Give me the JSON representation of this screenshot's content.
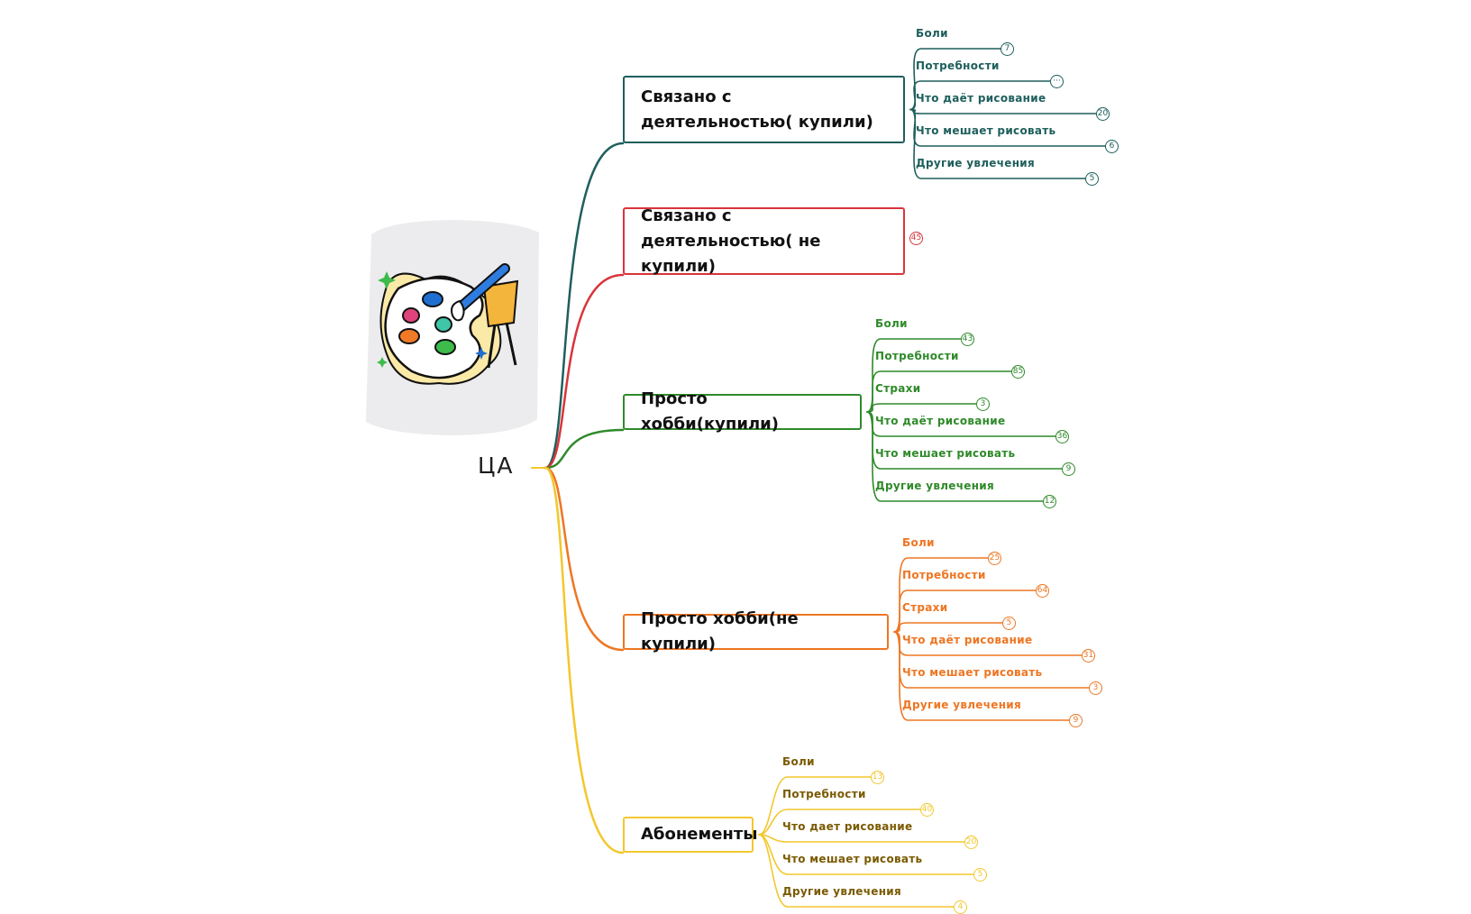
{
  "root": {
    "label": "ЦА"
  },
  "colors": {
    "teal": "#1e5f5c",
    "red": "#d9343b",
    "green": "#2f8a2a",
    "orange": "#ee7622",
    "yellow": "#f3c72d",
    "yellow_text": "#7a5a00",
    "illustration_bg": "#ececee"
  },
  "illustration": {
    "icon": "paint-palette-with-brush-icon"
  },
  "branches": [
    {
      "label": "Связано с деятельностью( купили)",
      "color": "teal",
      "badge": "",
      "children": [
        {
          "label": "Боли",
          "badge": "7"
        },
        {
          "label": "Потребности",
          "badge": "···"
        },
        {
          "label": "Что даёт рисование",
          "badge": "20"
        },
        {
          "label": "Что мешает рисовать",
          "badge": "6"
        },
        {
          "label": "Другие увлечения",
          "badge": "5"
        }
      ]
    },
    {
      "label": "Связано с деятельностью( не купили)",
      "color": "red",
      "badge": "45",
      "children": []
    },
    {
      "label": "Просто хобби(купили)",
      "color": "green",
      "badge": "",
      "children": [
        {
          "label": "Боли",
          "badge": "43"
        },
        {
          "label": "Потребности",
          "badge": "85"
        },
        {
          "label": "Страхи",
          "badge": "3"
        },
        {
          "label": "Что даёт рисование",
          "badge": "36"
        },
        {
          "label": "Что мешает рисовать",
          "badge": "9"
        },
        {
          "label": "Другие увлечения",
          "badge": "12"
        }
      ]
    },
    {
      "label": "Просто хобби(не купили)",
      "color": "orange",
      "badge": "",
      "children": [
        {
          "label": "Боли",
          "badge": "25"
        },
        {
          "label": "Потребности",
          "badge": "64"
        },
        {
          "label": "Страхи",
          "badge": "5"
        },
        {
          "label": "Что даёт рисование",
          "badge": "31"
        },
        {
          "label": "Что мешает рисовать",
          "badge": "3"
        },
        {
          "label": "Другие увлечения",
          "badge": "9"
        }
      ]
    },
    {
      "label": "Абонементы",
      "color": "yellow",
      "badge": "",
      "children": [
        {
          "label": "Боли",
          "badge": "13"
        },
        {
          "label": "Потребности",
          "badge": "40"
        },
        {
          "label": "Что дает рисование",
          "badge": "20"
        },
        {
          "label": "Что мешает рисовать",
          "badge": "5"
        },
        {
          "label": "Другие увлечения",
          "badge": "4"
        }
      ]
    }
  ]
}
